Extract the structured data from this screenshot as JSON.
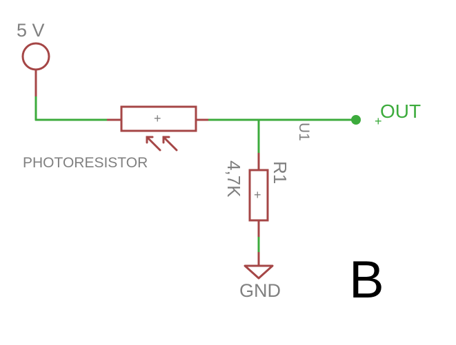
{
  "labels": {
    "supply": "5 V",
    "photoresistor": "PHOTORESISTOR",
    "resistor_name": "R1",
    "resistor_value": "4,7K",
    "ground": "GND",
    "net_name": "U1",
    "output": "OUT",
    "panel": "B",
    "plus_mark": "+"
  },
  "colors": {
    "wire": "#3cab3c",
    "component": "#a54646",
    "text": "#808080",
    "panel_letter": "#000000"
  }
}
